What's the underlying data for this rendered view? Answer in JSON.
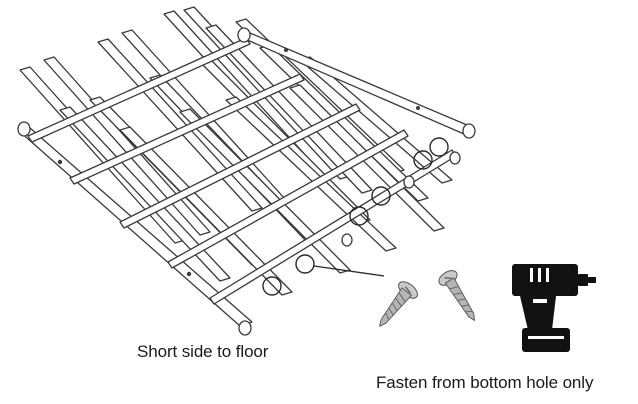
{
  "captions": {
    "short_side": "Short side to floor",
    "fasten": "Fasten from bottom hole only"
  },
  "icons": {
    "rack": "wire-shelf-rack",
    "screws": "wood-screw-pair",
    "drill": "cordless-drill-icon",
    "callout": "attachment-point-circles"
  },
  "colors": {
    "line": "#3a3a3a",
    "drill_body": "#111111",
    "screw_metal": "#a8a8a8"
  }
}
